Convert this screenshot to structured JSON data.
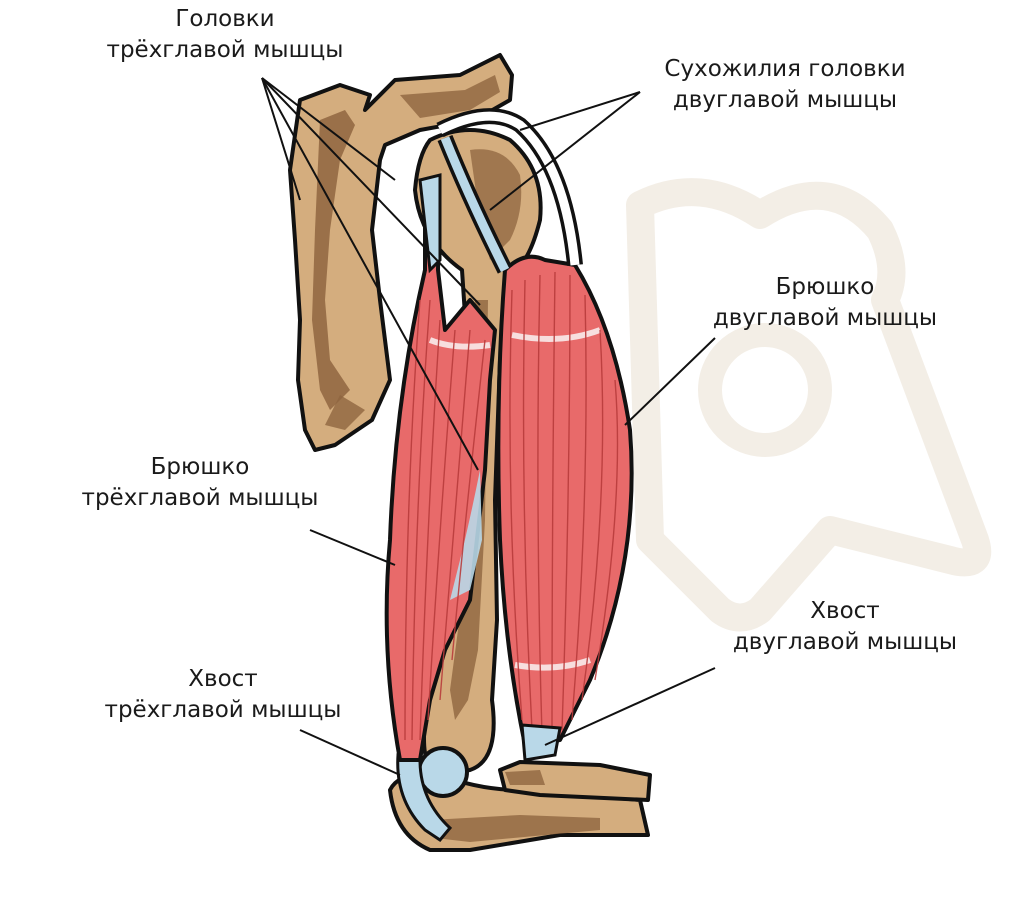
{
  "labels": {
    "triceps_heads": {
      "line1": "Головки",
      "line2": "трёхглавой мышцы"
    },
    "biceps_tendons": {
      "line1": "Сухожилия головки",
      "line2": "двуглавой мышцы"
    },
    "biceps_belly": {
      "line1": "Брюшко",
      "line2": "двуглавой мышцы"
    },
    "triceps_belly": {
      "line1": "Брюшко",
      "line2": "трёхглавой мышцы"
    },
    "biceps_tail": {
      "line1": "Хвост",
      "line2": "двуглавой мышцы"
    },
    "triceps_tail": {
      "line1": "Хвост",
      "line2": "трёхглавой мышцы"
    }
  },
  "colors": {
    "bone": "#d4ad7e",
    "bone_shadow": "#8f6540",
    "muscle": "#e86a6a",
    "muscle_fiber": "#b93c3c",
    "tendon": "#b9d8e8",
    "outline": "#111111",
    "watermark": "#f5f1ea"
  }
}
